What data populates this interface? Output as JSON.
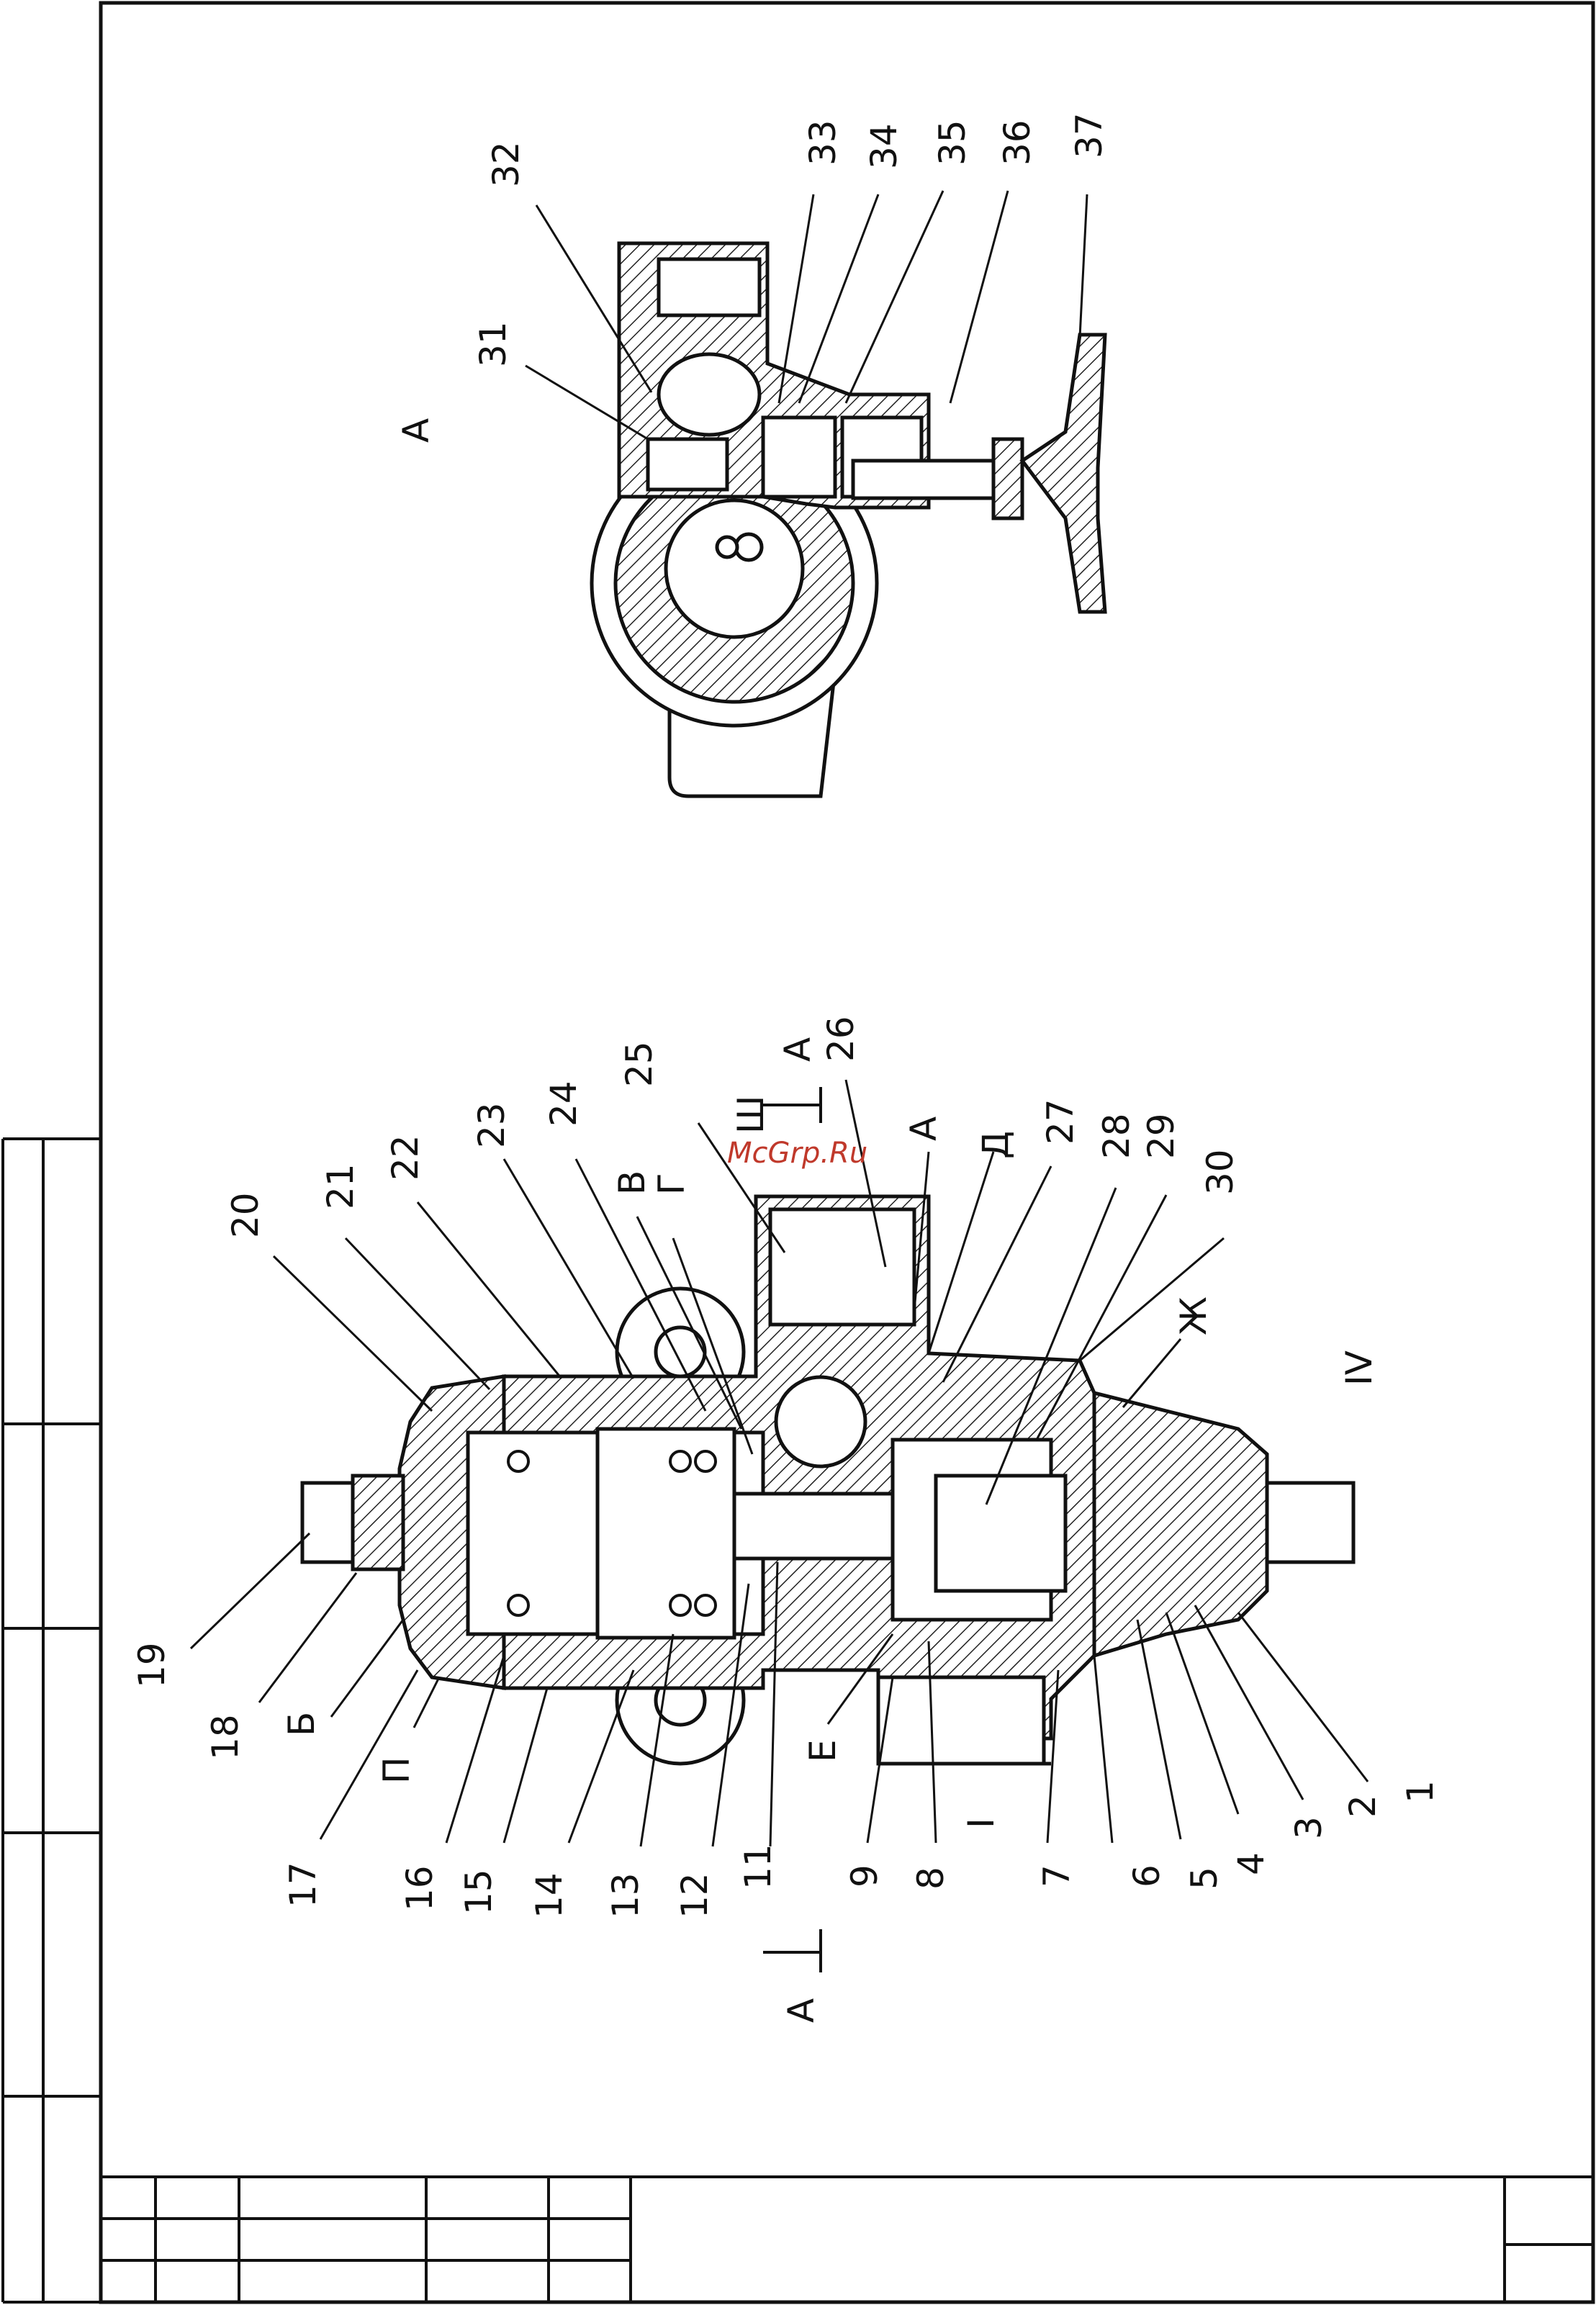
{
  "watermark": "McGrp.Ru",
  "main_view": {
    "callouts_left": [
      "19",
      "18",
      "Б",
      "П",
      "17",
      "16",
      "15",
      "14",
      "13",
      "12",
      "11",
      "Е",
      "9",
      "8",
      "7",
      "6",
      "5",
      "4",
      "3",
      "2",
      "1"
    ],
    "callouts_top": [
      "20",
      "21",
      "22",
      "23",
      "24",
      "В",
      "Г",
      "25",
      "Ш",
      "А",
      "26",
      "А",
      "Д",
      "27",
      "28",
      "29",
      "30",
      "Ж",
      "IV"
    ],
    "port_label": "I",
    "section_marks": [
      "А",
      "А"
    ]
  },
  "detail_view": {
    "title": "А",
    "callouts": [
      "31",
      "32",
      "33",
      "34",
      "35",
      "36",
      "37"
    ]
  },
  "colors": {
    "ink": "#111111",
    "paper": "#ffffff",
    "watermark": "#c0392b"
  }
}
